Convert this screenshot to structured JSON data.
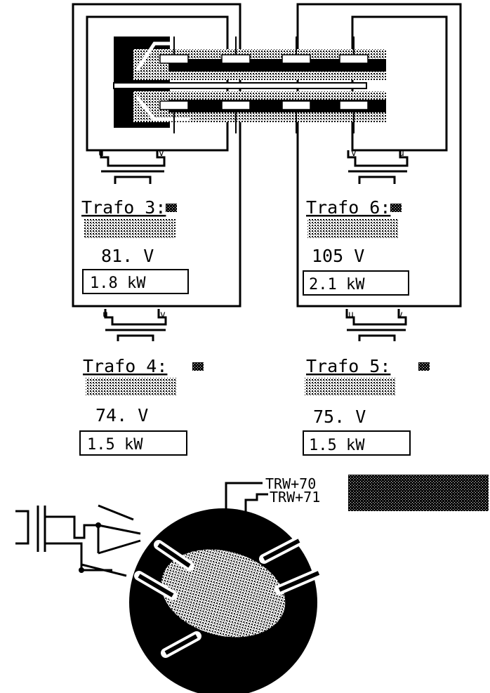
{
  "transformers": [
    {
      "label": "Trafo 3:",
      "voltage": "81. V",
      "power": "1.8 kW"
    },
    {
      "label": "Trafo 6:",
      "voltage": "105 V",
      "power": "2.1 kW"
    },
    {
      "label": "Trafo 4:",
      "voltage": "74. V",
      "power": "1.5 kW"
    },
    {
      "label": "Trafo 5:",
      "voltage": "75. V",
      "power": "1.5 kW"
    }
  ],
  "terminal_labels": {
    "u": "u",
    "v": "v"
  },
  "callouts": [
    {
      "label": "TRW+70"
    },
    {
      "label": "TRW+71"
    }
  ]
}
